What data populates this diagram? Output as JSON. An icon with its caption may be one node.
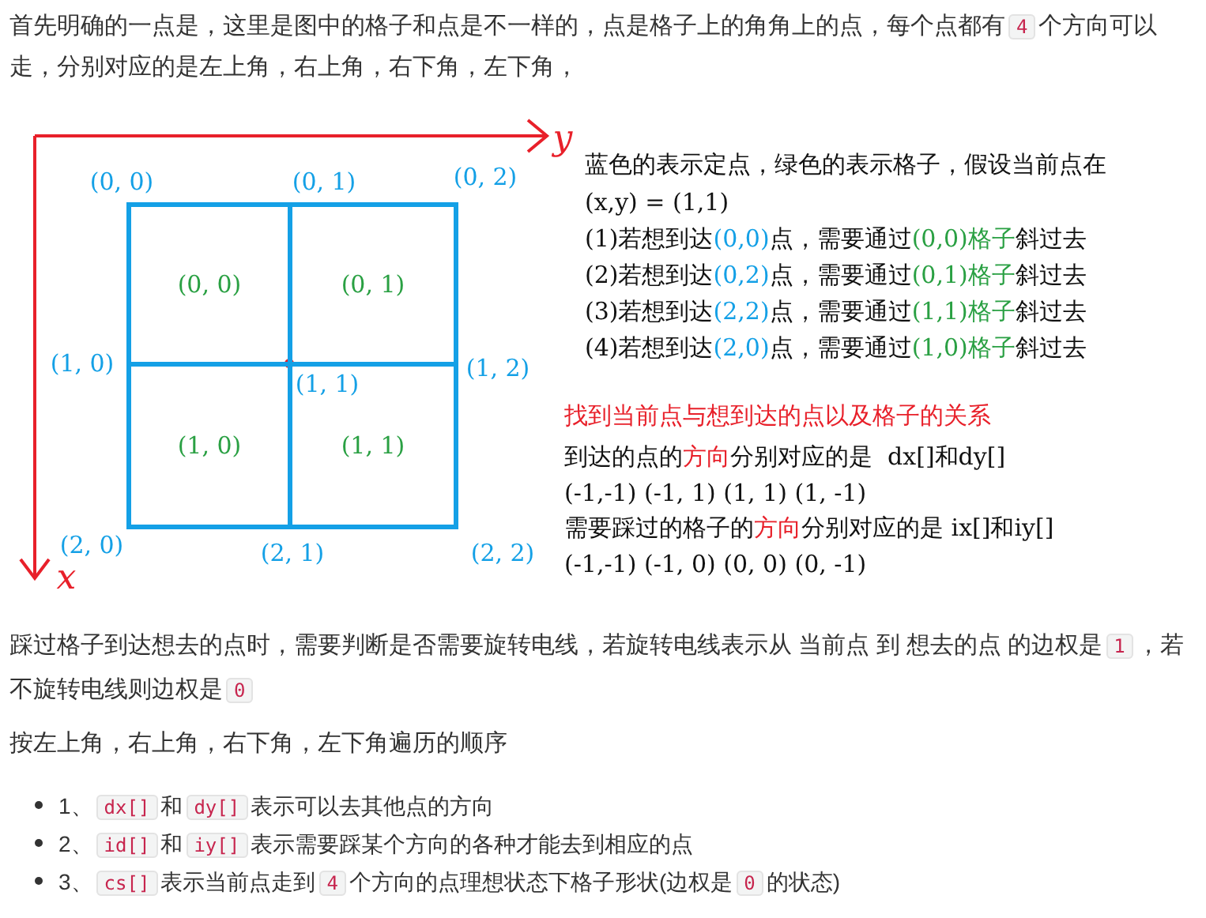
{
  "diagram": {
    "nodes": [
      {
        "text": [
          "(0, 0)"
        ]
      },
      {
        "text": [
          "(0, 1)"
        ]
      },
      {
        "text": [
          "(1, 0)"
        ]
      },
      {
        "text": [
          "(1, 1)"
        ]
      }
    ],
    "labels": [
      "首先明确的一点是，这里是图中的格子和点是不一样的，点是格子上的角角上的点，每个点都有",
      "4",
      "个方向可以走，分别对应的是左上角，右上角，右下角，左下角，",
      "y",
      "x",
      "(0, 0)",
      "(0, 1)",
      "(0, 2)",
      "(1, 0)",
      "(1, 1)",
      "(1, 2)",
      "(2, 0)",
      "(2, 1)",
      "(2, 2)",
      "蓝色的表示定点，绿色的表示格子，假设当前点在(x,y) = (1,1)",
      "(1)若想到达",
      "(0,0)",
      "点，需要通过",
      "(0,0)格子",
      "斜过去",
      "(2)若想到达",
      "(0,2)",
      "点，需要通过",
      "(0,1)格子",
      "斜过去",
      "(3)若想到达",
      "(2,2)",
      "点，需要通过",
      "(1,1)格子",
      "斜过去",
      "(4)若想到达",
      "(2,0)",
      "点，需要通过",
      "(1,0)格子",
      "斜过去",
      "找到当前点与想到达的点以及格子的关系",
      "到达的点的",
      "方向",
      "分别对应的是  dx[]和dy[]",
      "(-1,-1) (-1, 1) (1, 1) (1, -1)",
      "需要踩过的格子的",
      "方向",
      "分别对应的是 ix[]和iy[]",
      "(-1,-1) (-1, 0) (0, 0) (0, -1)",
      "踩过格子到达想去的点时，需要判断是否需要旋转电线，若旋转电线表示从 当前点 到 想去的点 的边权是",
      "1",
      "，若不旋转电线则边权是",
      "0",
      "按左上角，右上角，右下角，左下角遍历的顺序",
      "1、",
      "dx[]",
      "和",
      "dy[]",
      "表示可以去其他点的方向",
      "2、",
      "id[]",
      "和",
      "iy[]",
      "表示需要踩某个方向的各种才能去到相应的点",
      "3、",
      "cs[]",
      "表示当前点走到",
      "4",
      "个方向的点理想状态下格子形状(边权是",
      "0",
      "的状态)"
    ]
  }
}
